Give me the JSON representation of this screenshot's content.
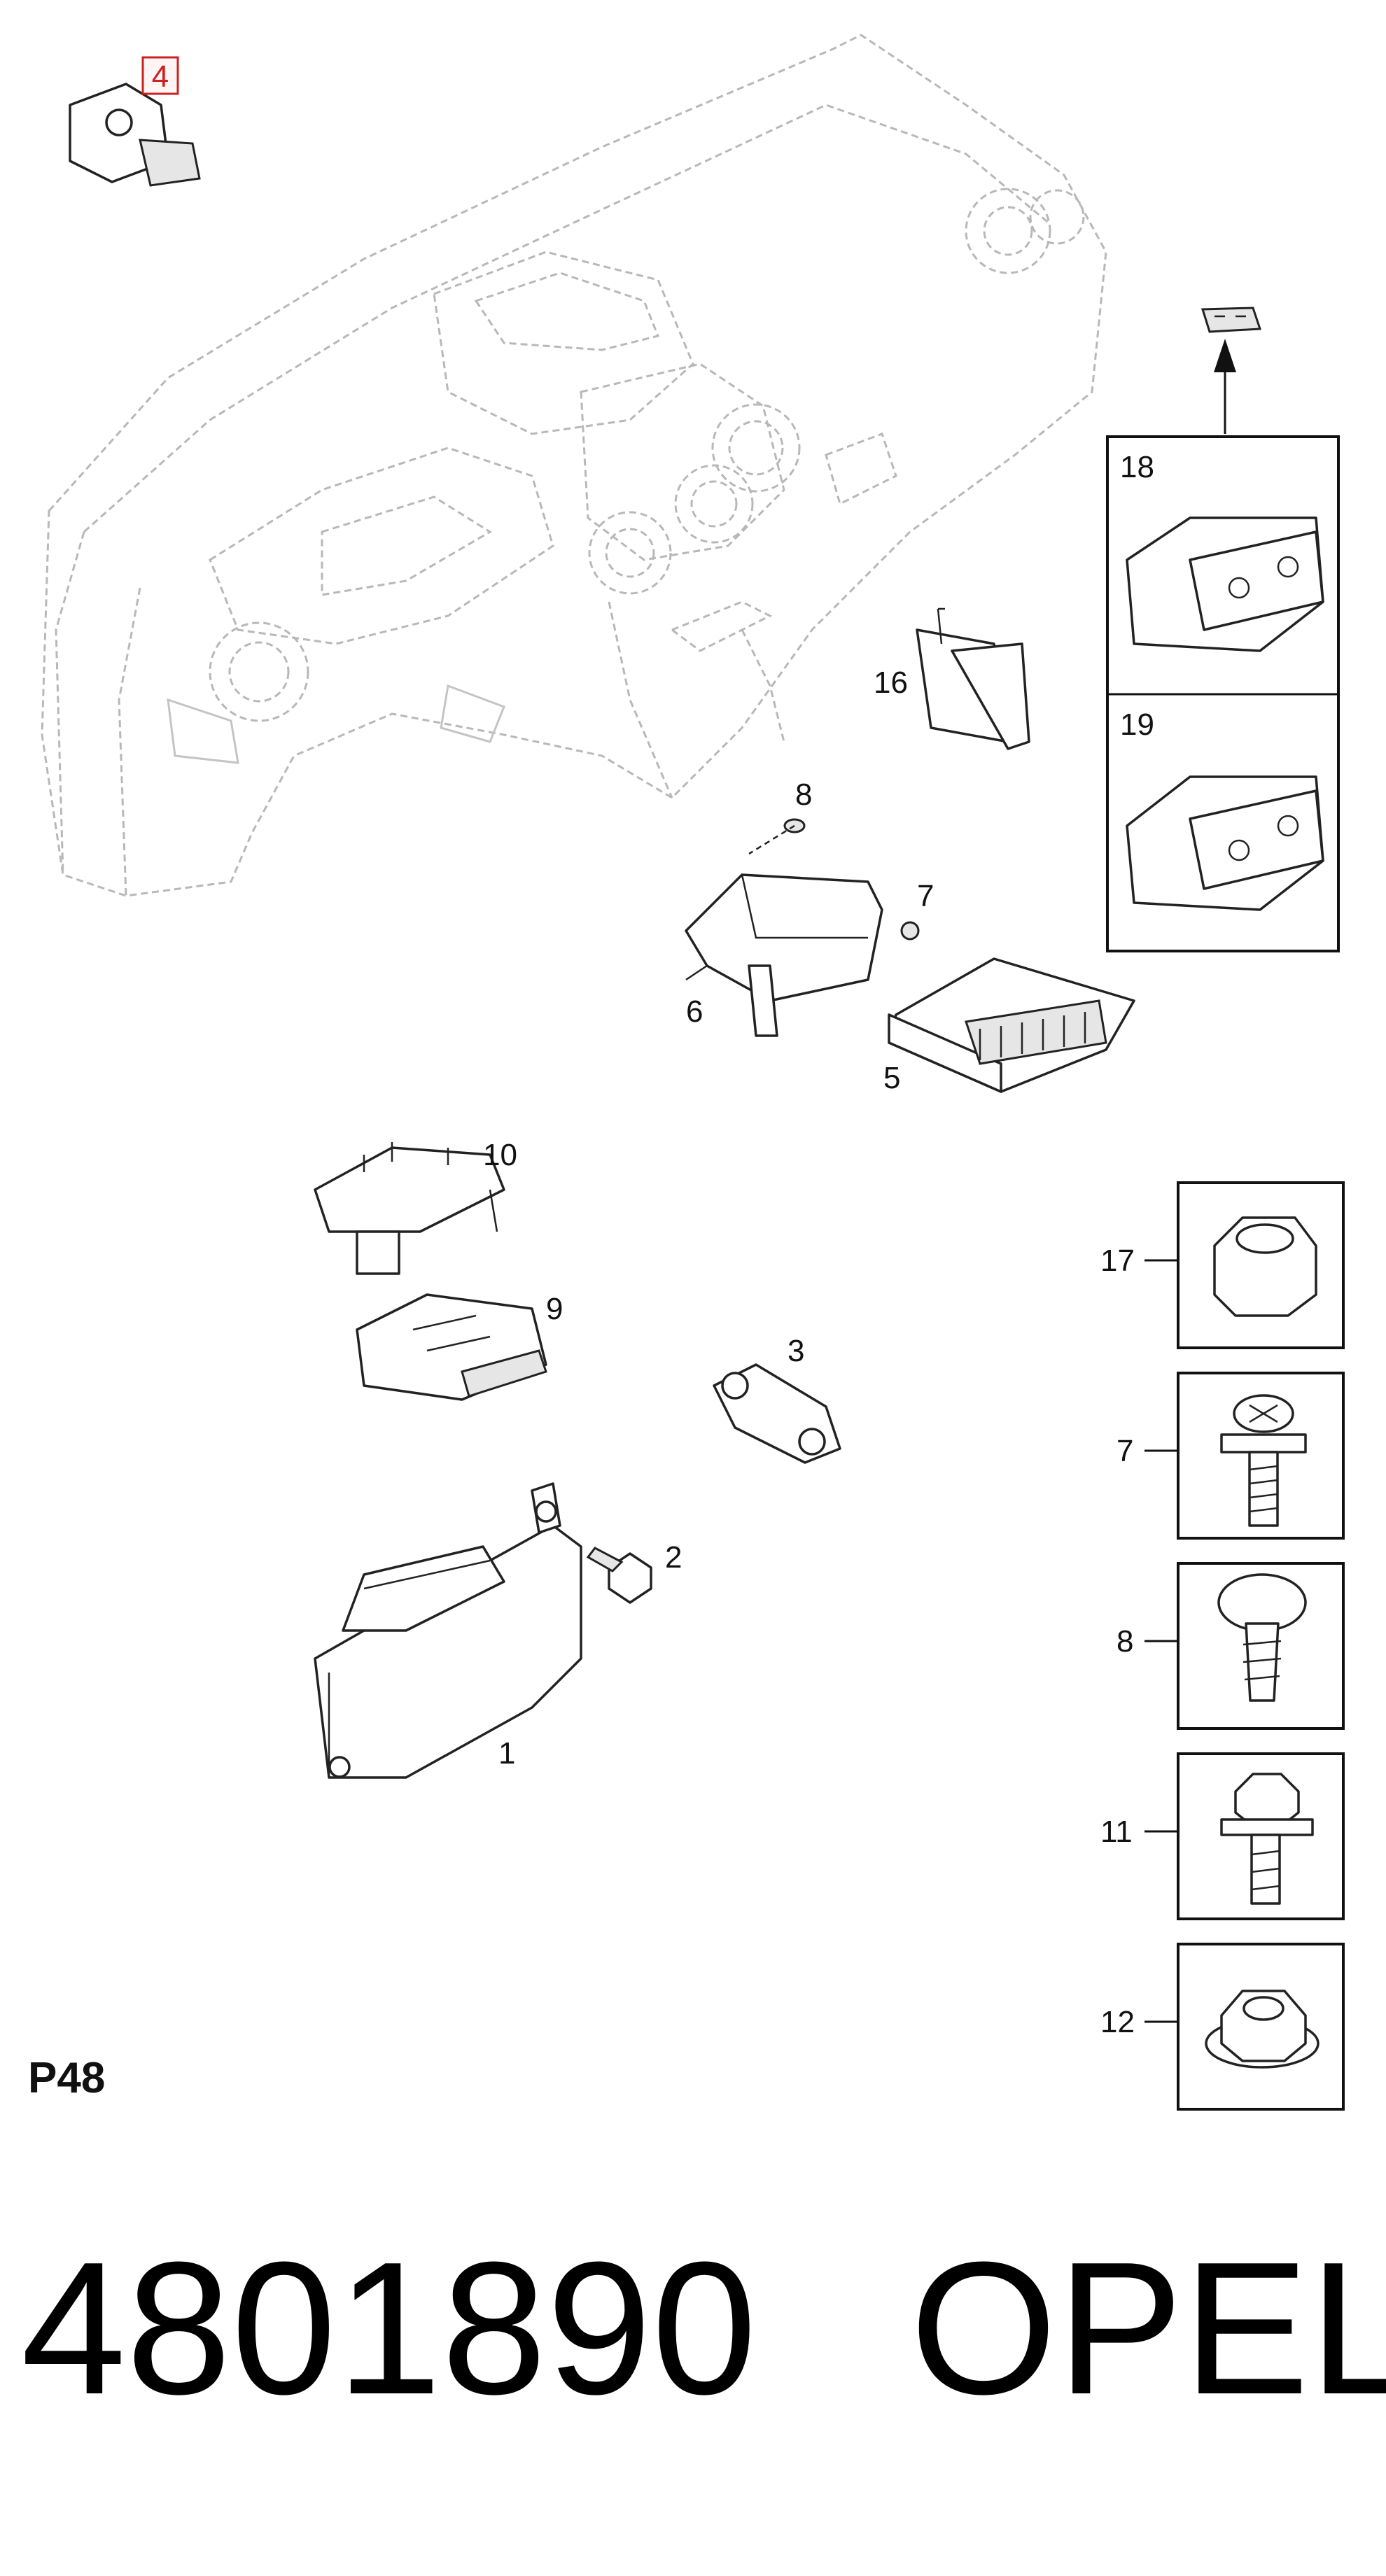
{
  "diagram": {
    "page_code": "P48",
    "callouts": [
      {
        "id": "c4",
        "label": "4"
      },
      {
        "id": "c18",
        "label": "18"
      },
      {
        "id": "c19",
        "label": "19"
      },
      {
        "id": "c16",
        "label": "16"
      },
      {
        "id": "c8",
        "label": "8"
      },
      {
        "id": "c7",
        "label": "7"
      },
      {
        "id": "c6",
        "label": "6"
      },
      {
        "id": "c5",
        "label": "5"
      },
      {
        "id": "c10",
        "label": "10"
      },
      {
        "id": "c9",
        "label": "9"
      },
      {
        "id": "c3",
        "label": "3"
      },
      {
        "id": "c2",
        "label": "2"
      },
      {
        "id": "c1",
        "label": "1"
      },
      {
        "id": "s17",
        "label": "17"
      },
      {
        "id": "s7",
        "label": "7"
      },
      {
        "id": "s8",
        "label": "8"
      },
      {
        "id": "s11",
        "label": "11"
      },
      {
        "id": "s12",
        "label": "12"
      }
    ]
  },
  "footer": {
    "part_number": "4801890",
    "brand": "OPEL"
  }
}
